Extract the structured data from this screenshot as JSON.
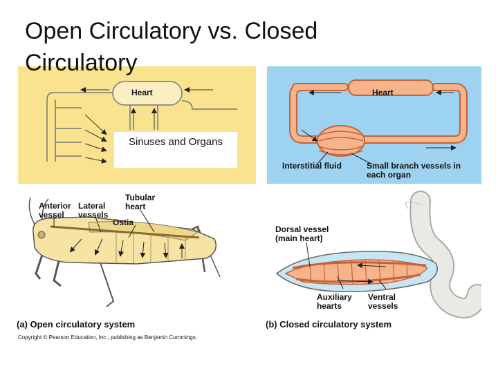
{
  "slide": {
    "title": "Open Circulatory vs. Closed Circulatory"
  },
  "panel_a": {
    "heart_label": "Heart",
    "sinuses_label": "Sinuses and Organs",
    "anterior_vessel": "Anterior vessel",
    "lateral_vessels": "Lateral vessels",
    "tubular_heart": "Tubular heart",
    "ostia": "Ostia",
    "caption": "(a) Open circulatory system"
  },
  "panel_b": {
    "heart_label": "Heart",
    "interstitial_fluid": "Interstitial fluid",
    "small_branch_vessels": "Small branch vessels in each organ",
    "dorsal_vessel": "Dorsal vessel (main heart)",
    "auxiliary_hearts": "Auxiliary hearts",
    "ventral_vessels": "Ventral vessels",
    "caption": "(b) Closed circulatory system"
  },
  "copyright": "Copyright © Pearson Education, Inc., publishing as Benjamin Cummings.",
  "colors": {
    "panel_a_bg": "#f9e38f",
    "panel_b_bg": "#9dd3f1",
    "vessel_fill": "#f6b48b",
    "vessel_stroke": "#c4623a",
    "worm_body": "#e9e9e6",
    "grasshopper_body": "#f7e3a4"
  }
}
